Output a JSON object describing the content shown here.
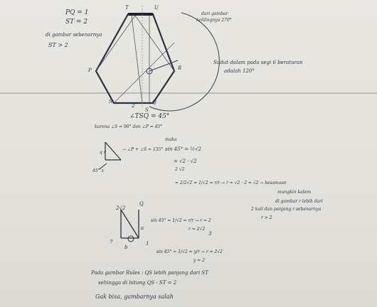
{
  "top_notes": {
    "pq": "PQ = 1",
    "st": "ST = 2",
    "di_gambar": "di gambar sebenarnya",
    "st_lt": "ST > 2"
  },
  "hexagon_labels": {
    "t": "T",
    "u": "U",
    "q": "Q",
    "r": "R",
    "p": "P",
    "s": "S",
    "q_bottom": "Q",
    "num_2": "2",
    "num_s": "S"
  },
  "side_notes": {
    "dari_gambar": "dari gambar",
    "kelilingnya": "kelilingnya 270°",
    "sudut_dalam": "Sudut dalam  pada segi 6 beraturan",
    "adalah": "adalah 120°"
  },
  "work_area": {
    "title_angle": "∠TSQ = 45°",
    "karena": "karena  ∠S = 90° dan ∠P = 45°",
    "triangle_eq": "→ ∠P + ∠S = 135°",
    "maka": "maka",
    "sin45": "sin 45° = ½√2",
    "step1": "= √2 · √2",
    "step1b": "   2    √2",
    "step2": "= 2/2√2 = 1/√2 = r/r  → r = √2 · 2 = √2 → kesamaan",
    "tri_labels": "q      r",
    "deg": "45°  x",
    "note1": "mungkin kalem",
    "note2": "di gambar r lebih dari",
    "note3": "2 kali dan panjang r sebenarnya",
    "note4": "r > 2"
  },
  "second_work": {
    "side_2r": "2√2",
    "sin45b": "sin 45° = 1/√2 = r/r  → r = 2",
    "r_val": "r = 2√2",
    "three": "3",
    "lower_sin": "sin 45° = 1/√2 = y/r  → r = 2√2",
    "y_eq": "y = 2",
    "q_label": "Q",
    "one": "1",
    "num_a": "a",
    "num_b": "b",
    "num_7": "7"
  },
  "conclusion": {
    "line1": "Pada gambar Rules : QS  lebih  panjang  dari  ST",
    "line2": "sehingga  di  hitung  QS - ST = 2",
    "line3": "Gak bisa, gambarnya  salah"
  }
}
